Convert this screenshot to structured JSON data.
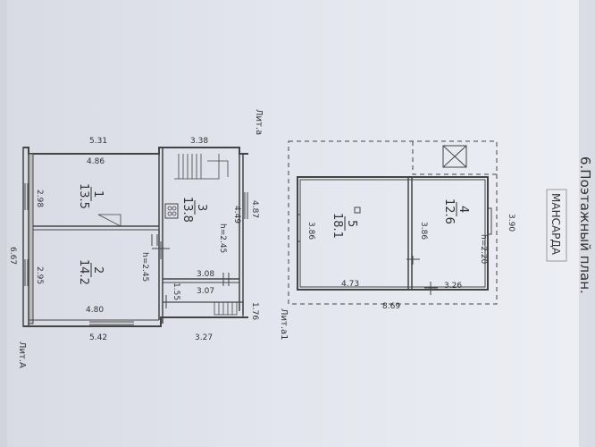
{
  "header": {
    "title": "6.Поэтажный план.",
    "subtitle": "МАНСАРДА"
  },
  "lit_labels": {
    "lit_a_upper": "Лит.а",
    "lit_a_lower": "Лит.А",
    "lit_a1": "Лит.а1"
  },
  "ground_floor": {
    "dims": {
      "top_left": "5.31",
      "top_right": "3.38",
      "room1_top": "4.86",
      "left_upper": "2.98",
      "left_lower": "2.95",
      "left_total": "6.67",
      "room2_bottom": "4.80",
      "bottom_left": "5.42",
      "bottom_right": "3.27",
      "room3_right": "4.49",
      "room3_outer": "4.87",
      "room3_bottom": "3.08",
      "mid_right": "3.07",
      "vest_left": "1.55",
      "vest_right": "1.76"
    },
    "rooms": [
      {
        "number": "1",
        "area": "13.5"
      },
      {
        "number": "2",
        "area": "14.2"
      },
      {
        "number": "3",
        "area": "13.8"
      }
    ],
    "heights": {
      "h1": "h=2.45",
      "h2": "h=2.45"
    }
  },
  "attic_floor": {
    "dims": {
      "right_total": "3.90",
      "left": "3.86",
      "mid": "3.86",
      "room5_bottom": "4.73",
      "room4_bottom": "3.26",
      "total_bottom": "8.69"
    },
    "rooms": [
      {
        "number": "5",
        "area": "18.1"
      },
      {
        "number": "4",
        "area": "12.6"
      }
    ],
    "height": "h=2.20"
  }
}
